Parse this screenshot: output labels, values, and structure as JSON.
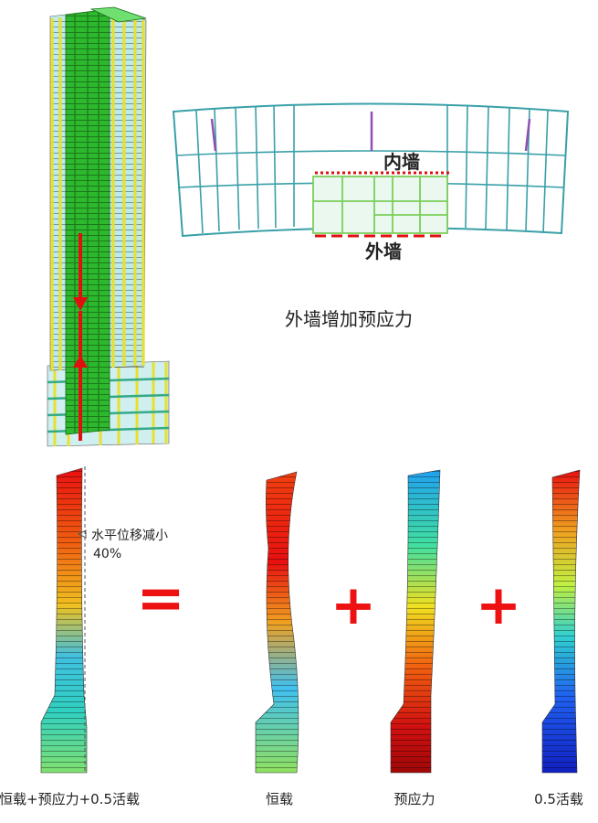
{
  "plan": {
    "inner_wall_label": "内墙",
    "outer_wall_label": "外墙",
    "caption": "外墙增加预应力"
  },
  "analysis": {
    "note_line1": "水平位移减小",
    "note_line2": "40%",
    "equals_sign": "=",
    "plus_sign": "+",
    "labels": {
      "combined": "恒载+预应力+0.5活载",
      "dead_load": "恒载",
      "prestress": "预应力",
      "live_load": "0.5活载"
    }
  },
  "colors": {
    "tower_frame": "#e8e030",
    "tower_core": "#2db82d",
    "tower_slab": "#6fd0d0",
    "plan_frame": "#3aa0a8",
    "plan_core": "#7acf5a",
    "arrow_red": "#e01010",
    "symbol_red": "#ee1111"
  }
}
